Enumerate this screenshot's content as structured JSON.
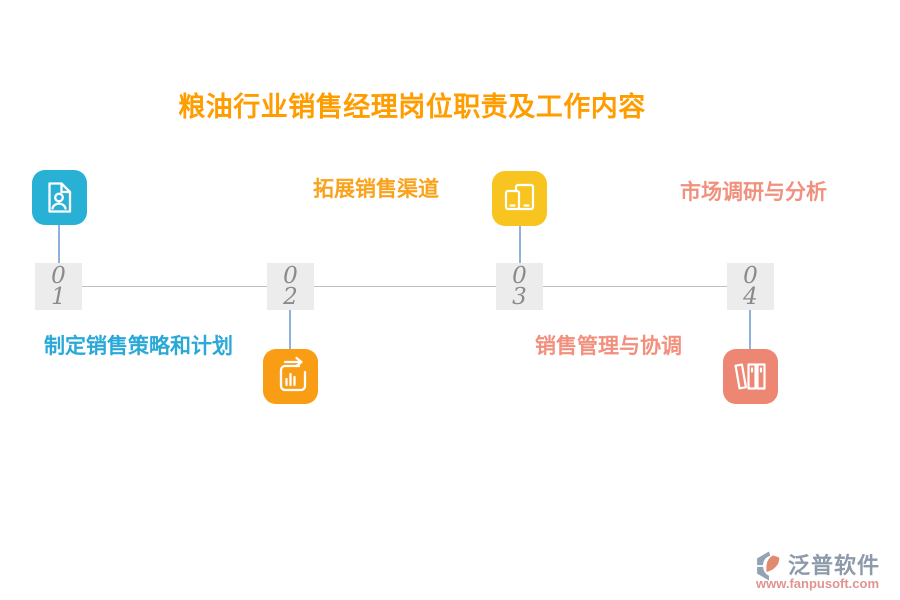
{
  "title": {
    "text": "粮油行业销售经理岗位职责及工作内容",
    "color": "#ff9c00"
  },
  "timeline": {
    "line_color": "#bfbfbf",
    "connector_color": "#8fb2dd",
    "number_box_bg": "#ececec",
    "number_color": "#8a8a8a",
    "nodes": [
      {
        "digits": [
          "0",
          "1"
        ],
        "label": "制定销售策略和计划",
        "label_color": "#29a9d8",
        "label_position": "below",
        "icon": "profile-document-icon",
        "icon_bg": "#28b1d5",
        "icon_position": "above"
      },
      {
        "digits": [
          "0",
          "2"
        ],
        "label": "拓展销售渠道",
        "label_color": "#f9a21b",
        "label_position": "above",
        "icon": "chart-growth-icon",
        "icon_bg": "#f99d15",
        "icon_position": "below"
      },
      {
        "digits": [
          "0",
          "3"
        ],
        "label": "销售管理与协调",
        "label_color": "#f2907e",
        "label_position": "below",
        "icon": "devices-icon",
        "icon_bg": "#f8c520",
        "icon_position": "above"
      },
      {
        "digits": [
          "0",
          "4"
        ],
        "label": "市场调研与分析",
        "label_color": "#f2907e",
        "label_position": "above",
        "icon": "bookshelf-icon",
        "icon_bg": "#ed8672",
        "icon_position": "below"
      }
    ]
  },
  "watermark": {
    "brand": "泛普软件",
    "brand_color": "#8d9aab",
    "url": "www.fanpusoft.com",
    "url_color": "#e09490",
    "mark_gray": "#93a2b4",
    "mark_accent": "#e08a70"
  }
}
